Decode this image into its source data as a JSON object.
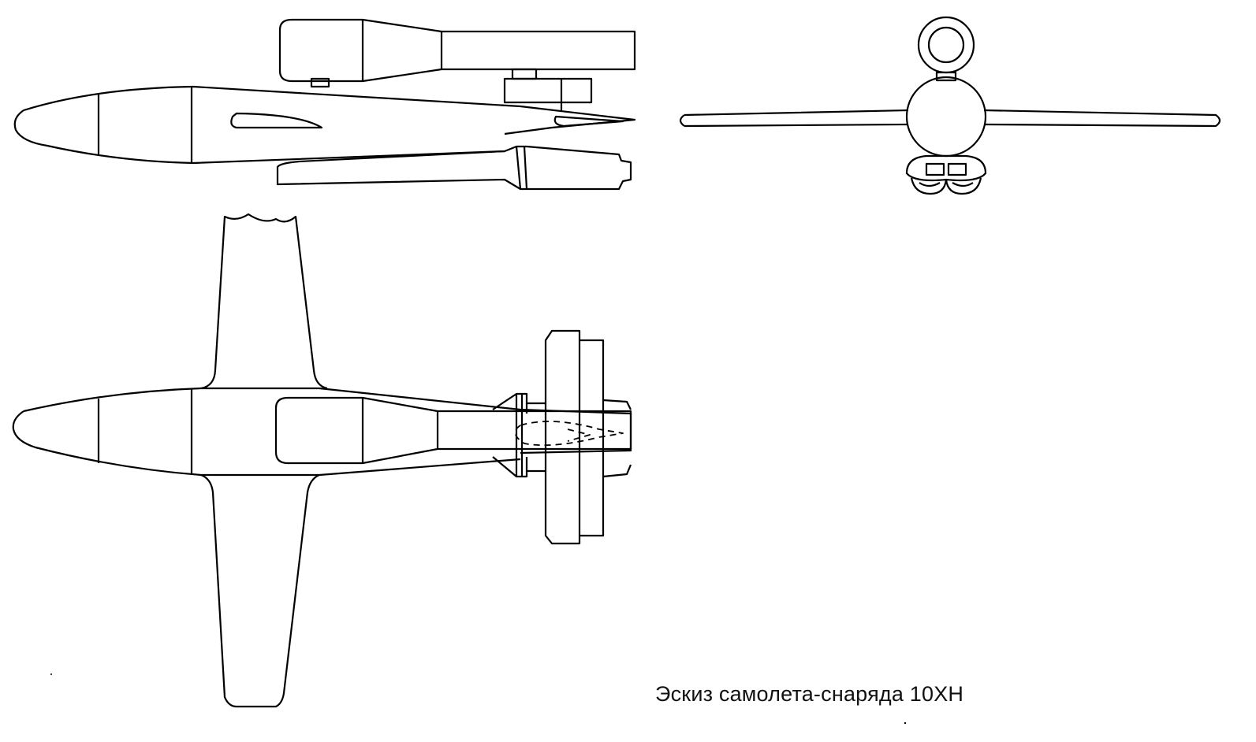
{
  "caption": "Эскиз самолета-снаряда 10ХН",
  "views": [
    "side-view",
    "front-view",
    "top-view"
  ]
}
